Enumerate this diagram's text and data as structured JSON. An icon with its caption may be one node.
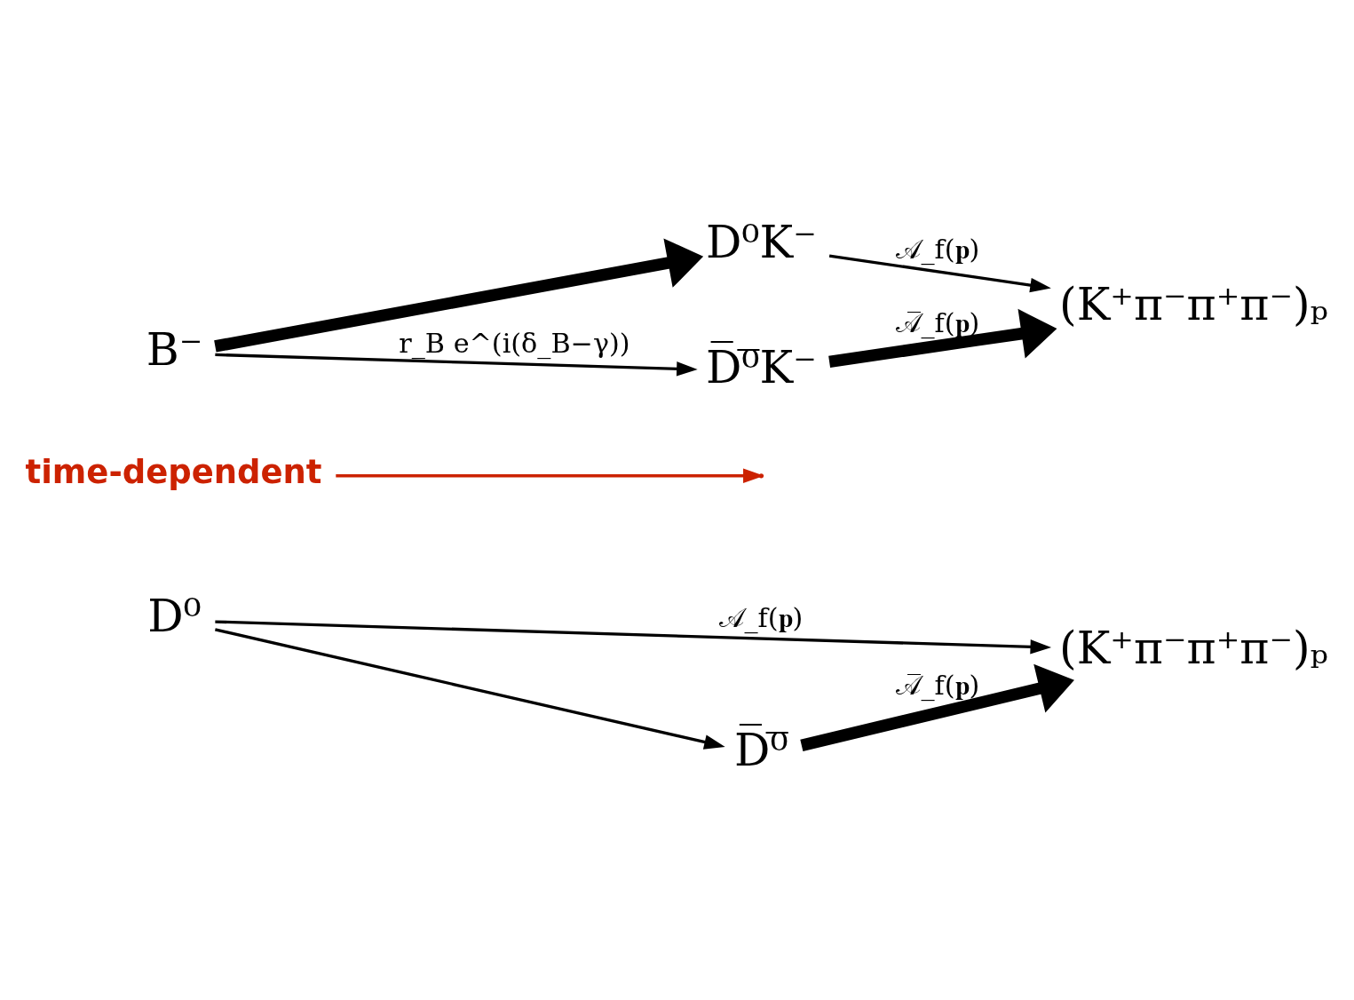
{
  "diagram": {
    "nodes": [
      {
        "text": [
          "D⁰"
        ]
      },
      {
        "text": [
          "(K⁺π⁻π⁺π⁻)ₚ"
        ]
      },
      {
        "text": [
          "D̅⁰̅"
        ]
      },
      {
        "text": [
          "time-dependent"
        ]
      },
      {
        "text": [
          "B⁻"
        ]
      },
      {
        "text": [
          "D⁰K⁻"
        ]
      },
      {
        "text": [
          "(K⁺π⁻π⁺π⁻)ₚ"
        ]
      },
      {
        "text": [
          "D̅⁰̅K⁻"
        ]
      }
    ],
    "edges": [
      {
        "from": 0,
        "to": 1,
        "arrow": "to",
        "label": "𝒜_f(𝐩)"
      },
      {
        "from": 0,
        "to": 2,
        "arrow": "to"
      },
      {
        "from": 2,
        "to": 1,
        "arrow": "to",
        "style": "thick",
        "label": "𝒜̅_f(𝐩)"
      },
      {
        "from": 3,
        "to": null,
        "arrow": "to",
        "color": "#cc2200"
      },
      {
        "from": 4,
        "to": 5,
        "arrow": "to",
        "style": "thick"
      },
      {
        "from": 4,
        "to": 7,
        "arrow": "to",
        "label": "r_B e^(i(δ_B−γ))"
      },
      {
        "from": 5,
        "to": 6,
        "arrow": "to",
        "label": "𝒜_f(𝐩)"
      },
      {
        "from": 7,
        "to": 6,
        "arrow": "to",
        "style": "thick",
        "label": "𝒜̅_f(𝐩)"
      }
    ]
  }
}
